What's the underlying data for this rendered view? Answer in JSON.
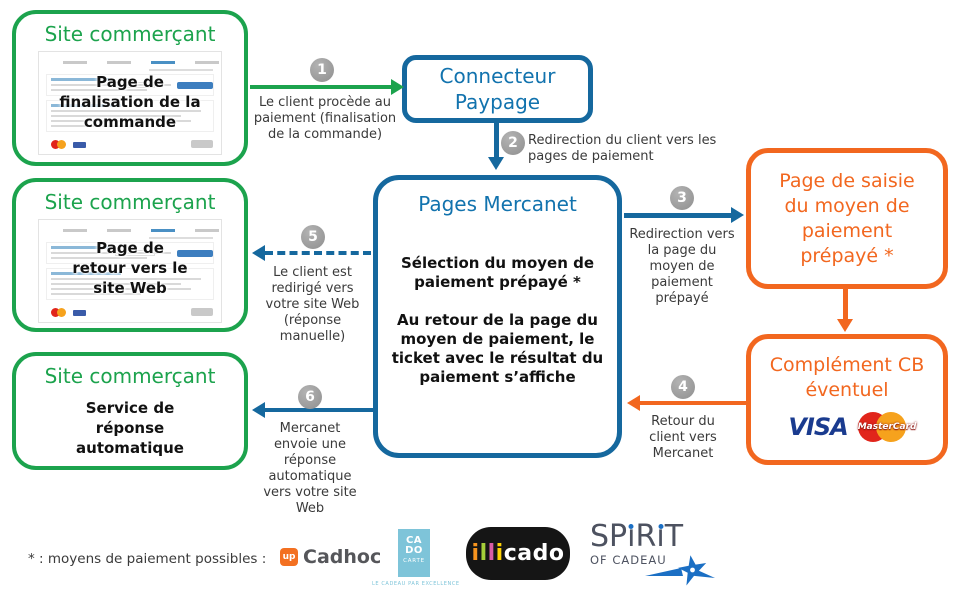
{
  "diagram": {
    "boxes": {
      "site1": {
        "title": "Site commerçant",
        "body": "Page de finalisation de la commande"
      },
      "site2": {
        "title": "Site commerçant",
        "body": "Page de retour vers le site Web"
      },
      "site3": {
        "title": "Site commerçant",
        "body": "Service de réponse automatique"
      },
      "paypage": {
        "title": "Connecteur Paypage"
      },
      "mercanet": {
        "title": "Pages Mercanet",
        "body1": "Sélection du moyen de paiement prépayé *",
        "body2": "Au retour de la page du moyen de paiement, le ticket avec le résultat du paiement s’affiche"
      },
      "saisie": {
        "title": "Page de saisie du moyen de paiement prépayé *"
      },
      "cb": {
        "title": "Complément CB éventuel"
      }
    },
    "steps": [
      {
        "num": "1",
        "label": "Le client procède au paiement (finalisation de la commande)"
      },
      {
        "num": "2",
        "label": "Redirection du client vers les pages de paiement"
      },
      {
        "num": "3",
        "label": "Redirection vers la page du moyen de paiement prépayé"
      },
      {
        "num": "4",
        "label": "Retour du client vers Mercanet"
      },
      {
        "num": "5",
        "label": "Le client est redirigé vers votre site Web (réponse manuelle)"
      },
      {
        "num": "6",
        "label": "Mercanet envoie une réponse automatique vers votre site Web"
      }
    ],
    "footnote": "* : moyens de paiement possibles :",
    "logos": {
      "visa": "VISA",
      "mastercard": "MasterCard",
      "cadhoc_mark": "up",
      "cadhoc": "Cadhoc",
      "cado_line1": "CA",
      "cado_line2": "DO",
      "cado_line3": "CARTE",
      "cado_tagline": "LE CADEAU PAR EXCELLENCE",
      "illicado_i1": "i",
      "illicado_l1": "l",
      "illicado_l2": "l",
      "illicado_i2": "i",
      "illicado_rest": "cado",
      "spirit_s": "SP",
      "spirit_i1": "ı",
      "spirit_r": "R",
      "spirit_i2": "ı",
      "spirit_t": "T",
      "spirit_full": "SPiRiT",
      "spirit_sub": "OF CADEAU"
    },
    "colors": {
      "green": "#1CA34D",
      "blue": "#15689E",
      "blue_text": "#1273AE",
      "orange": "#F2671F",
      "badge_gray": "#9C9C9C",
      "visa_navy": "#1A3B8F",
      "mc_red": "#E1251B",
      "mc_orange": "#F6A21D"
    }
  }
}
